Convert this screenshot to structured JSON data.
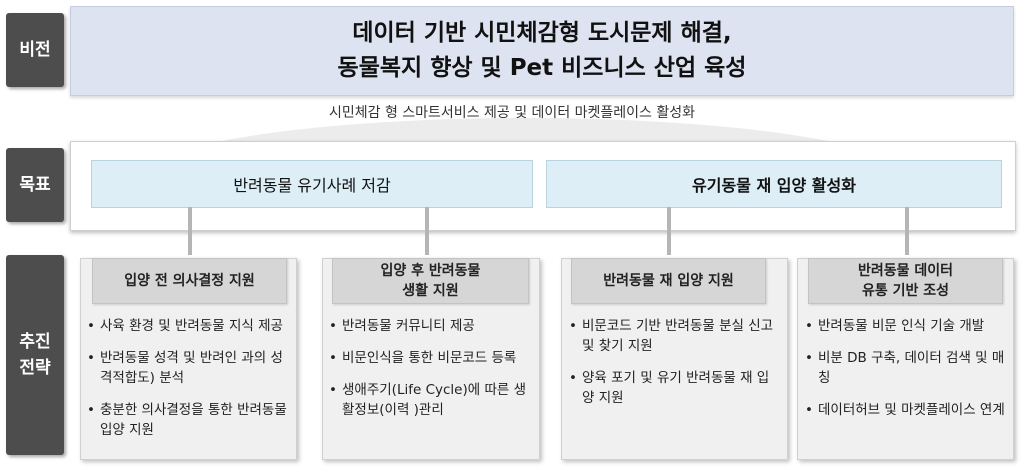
{
  "labels": {
    "vision": "비전",
    "goal": "목표",
    "strategy_line1": "추진",
    "strategy_line2": "전략"
  },
  "vision": {
    "line1": "데이터 기반 시민체감형 도시문제 해결,",
    "line2": "동물복지 향상 및 Pet 비즈니스 산업 육성"
  },
  "subtitle": "시민체감 형 스마트서비스 제공 및 데이터 마켓플레이스 활성화",
  "goals": [
    "반려동물 유기사례 저감",
    "유기동물 재 입양 활성화"
  ],
  "strategies": [
    {
      "title_lines": [
        "입양 전 의사결정 지원"
      ],
      "items": [
        "사육 환경 및 반려동물 지식 제공",
        "반려동물 성격 및 반려인 과의 성격적합도) 분석",
        "충분한 의사결정을 통한 반려동물 입양 지원"
      ]
    },
    {
      "title_lines": [
        "입양 후 반려동물",
        "생활 지원"
      ],
      "items": [
        "반려동물 커뮤니티 제공",
        "비문인식을 통한 비문코드 등록",
        "생애주기(Life Cycle)에 따른 생활정보(이력 )관리"
      ]
    },
    {
      "title_lines": [
        "반려동물 재 입양 지원"
      ],
      "items": [
        "비문코드 기반 반려동물 분실 신고 및 찾기 지원",
        "양육 포기 및 유기 반려동물 재 입양 지원"
      ]
    },
    {
      "title_lines": [
        "반려동물 데이터",
        "유통 기반 조성"
      ],
      "items": [
        "반려동물 비문 인식 기술 개발",
        "비분 DB 구축, 데이터 검색 및 매칭",
        "데이터허브 및 마켓플레이스 연계"
      ]
    }
  ]
}
